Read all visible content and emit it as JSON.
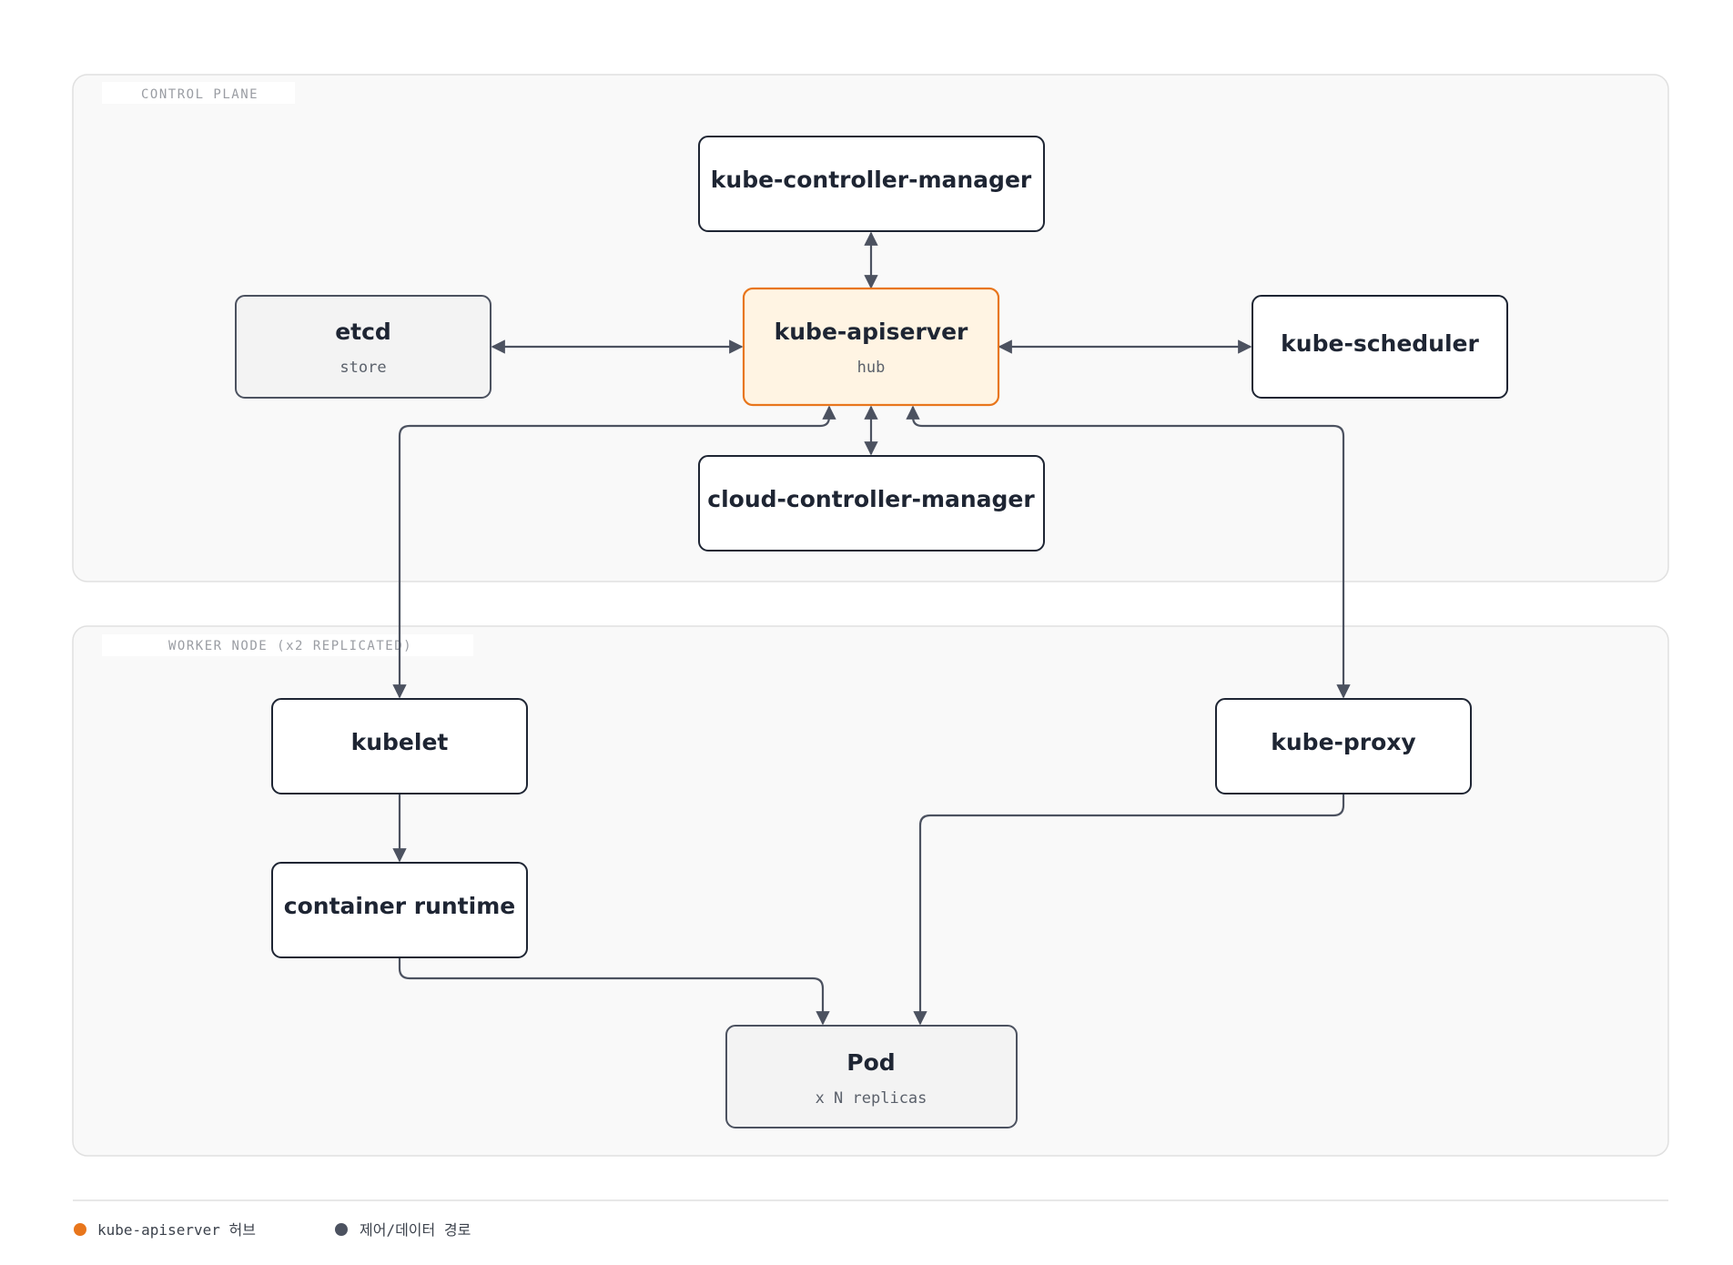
{
  "groups": {
    "control_plane": "CONTROL PLANE",
    "worker_node": "WORKER NODE (x2 REPLICATED)"
  },
  "nodes": {
    "controller_manager": {
      "title": "kube-controller-manager"
    },
    "etcd": {
      "title": "etcd",
      "sub": "store"
    },
    "apiserver": {
      "title": "kube-apiserver",
      "sub": "hub"
    },
    "scheduler": {
      "title": "kube-scheduler"
    },
    "cloud_controller": {
      "title": "cloud-controller-manager"
    },
    "kubelet": {
      "title": "kubelet"
    },
    "kube_proxy": {
      "title": "kube-proxy"
    },
    "container_runtime": {
      "title": "container runtime"
    },
    "pod": {
      "title": "Pod",
      "sub": "x N replicas"
    }
  },
  "legend": {
    "hub": {
      "label": "kube-apiserver 허브",
      "color": "#e8761c"
    },
    "path": {
      "label": "제어/데이터 경로",
      "color": "#4c5260"
    }
  },
  "colors": {
    "hub_fill": "#fff4e3",
    "hub_stroke": "#e8761c",
    "store_fill": "#f3f3f3",
    "group_fill": "#f9f9f9"
  }
}
